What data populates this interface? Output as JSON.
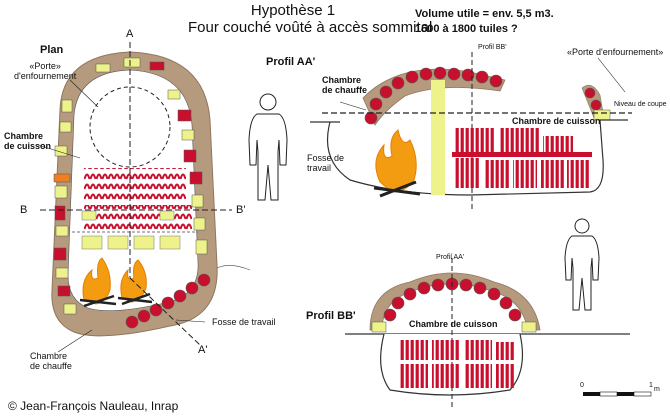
{
  "title": {
    "line1": "Hypothèse 1",
    "line2": "Four couché voûté à accès sommital"
  },
  "volume": {
    "line1": "Volume utile = env. 5,5 m3.",
    "line2": "1600 à 1800 tuiles ?"
  },
  "plan": {
    "heading": "Plan",
    "porte": "«Porte»\nd'enfournement",
    "chambre_cuisson": "Chambre\nde cuisson",
    "fosse": "Fosse de travail",
    "chambre_chauffe": "Chambre\nde chauffe",
    "axis_a": "A",
    "axis_a2": "A'",
    "axis_b": "B",
    "axis_b2": "B'"
  },
  "profil_aa": {
    "heading": "Profil AA'",
    "profil_bb_marker": "Profil BB'",
    "chambre_chauffe": "Chambre\nde chauffe",
    "porte": "«Porte d'enfournement»",
    "niveau": "Niveau de coupe",
    "chambre_cuisson": "Chambre de cuisson",
    "fosse": "Fosse de\ntravail"
  },
  "profil_bb": {
    "heading": "Profil BB'",
    "profil_aa_marker": "Profil AA'",
    "chambre_cuisson": "Chambre de cuisson"
  },
  "scale": {
    "zero": "0",
    "one": "1",
    "unit": "m"
  },
  "credit": "© Jean-François Nauleau, Inrap",
  "colors": {
    "earth": "#b59a7d",
    "brick": "#c8102e",
    "tile": "#d01a2a",
    "yellow": "#eef28a",
    "fire": "#f39c12",
    "sole": "#f07f22"
  }
}
